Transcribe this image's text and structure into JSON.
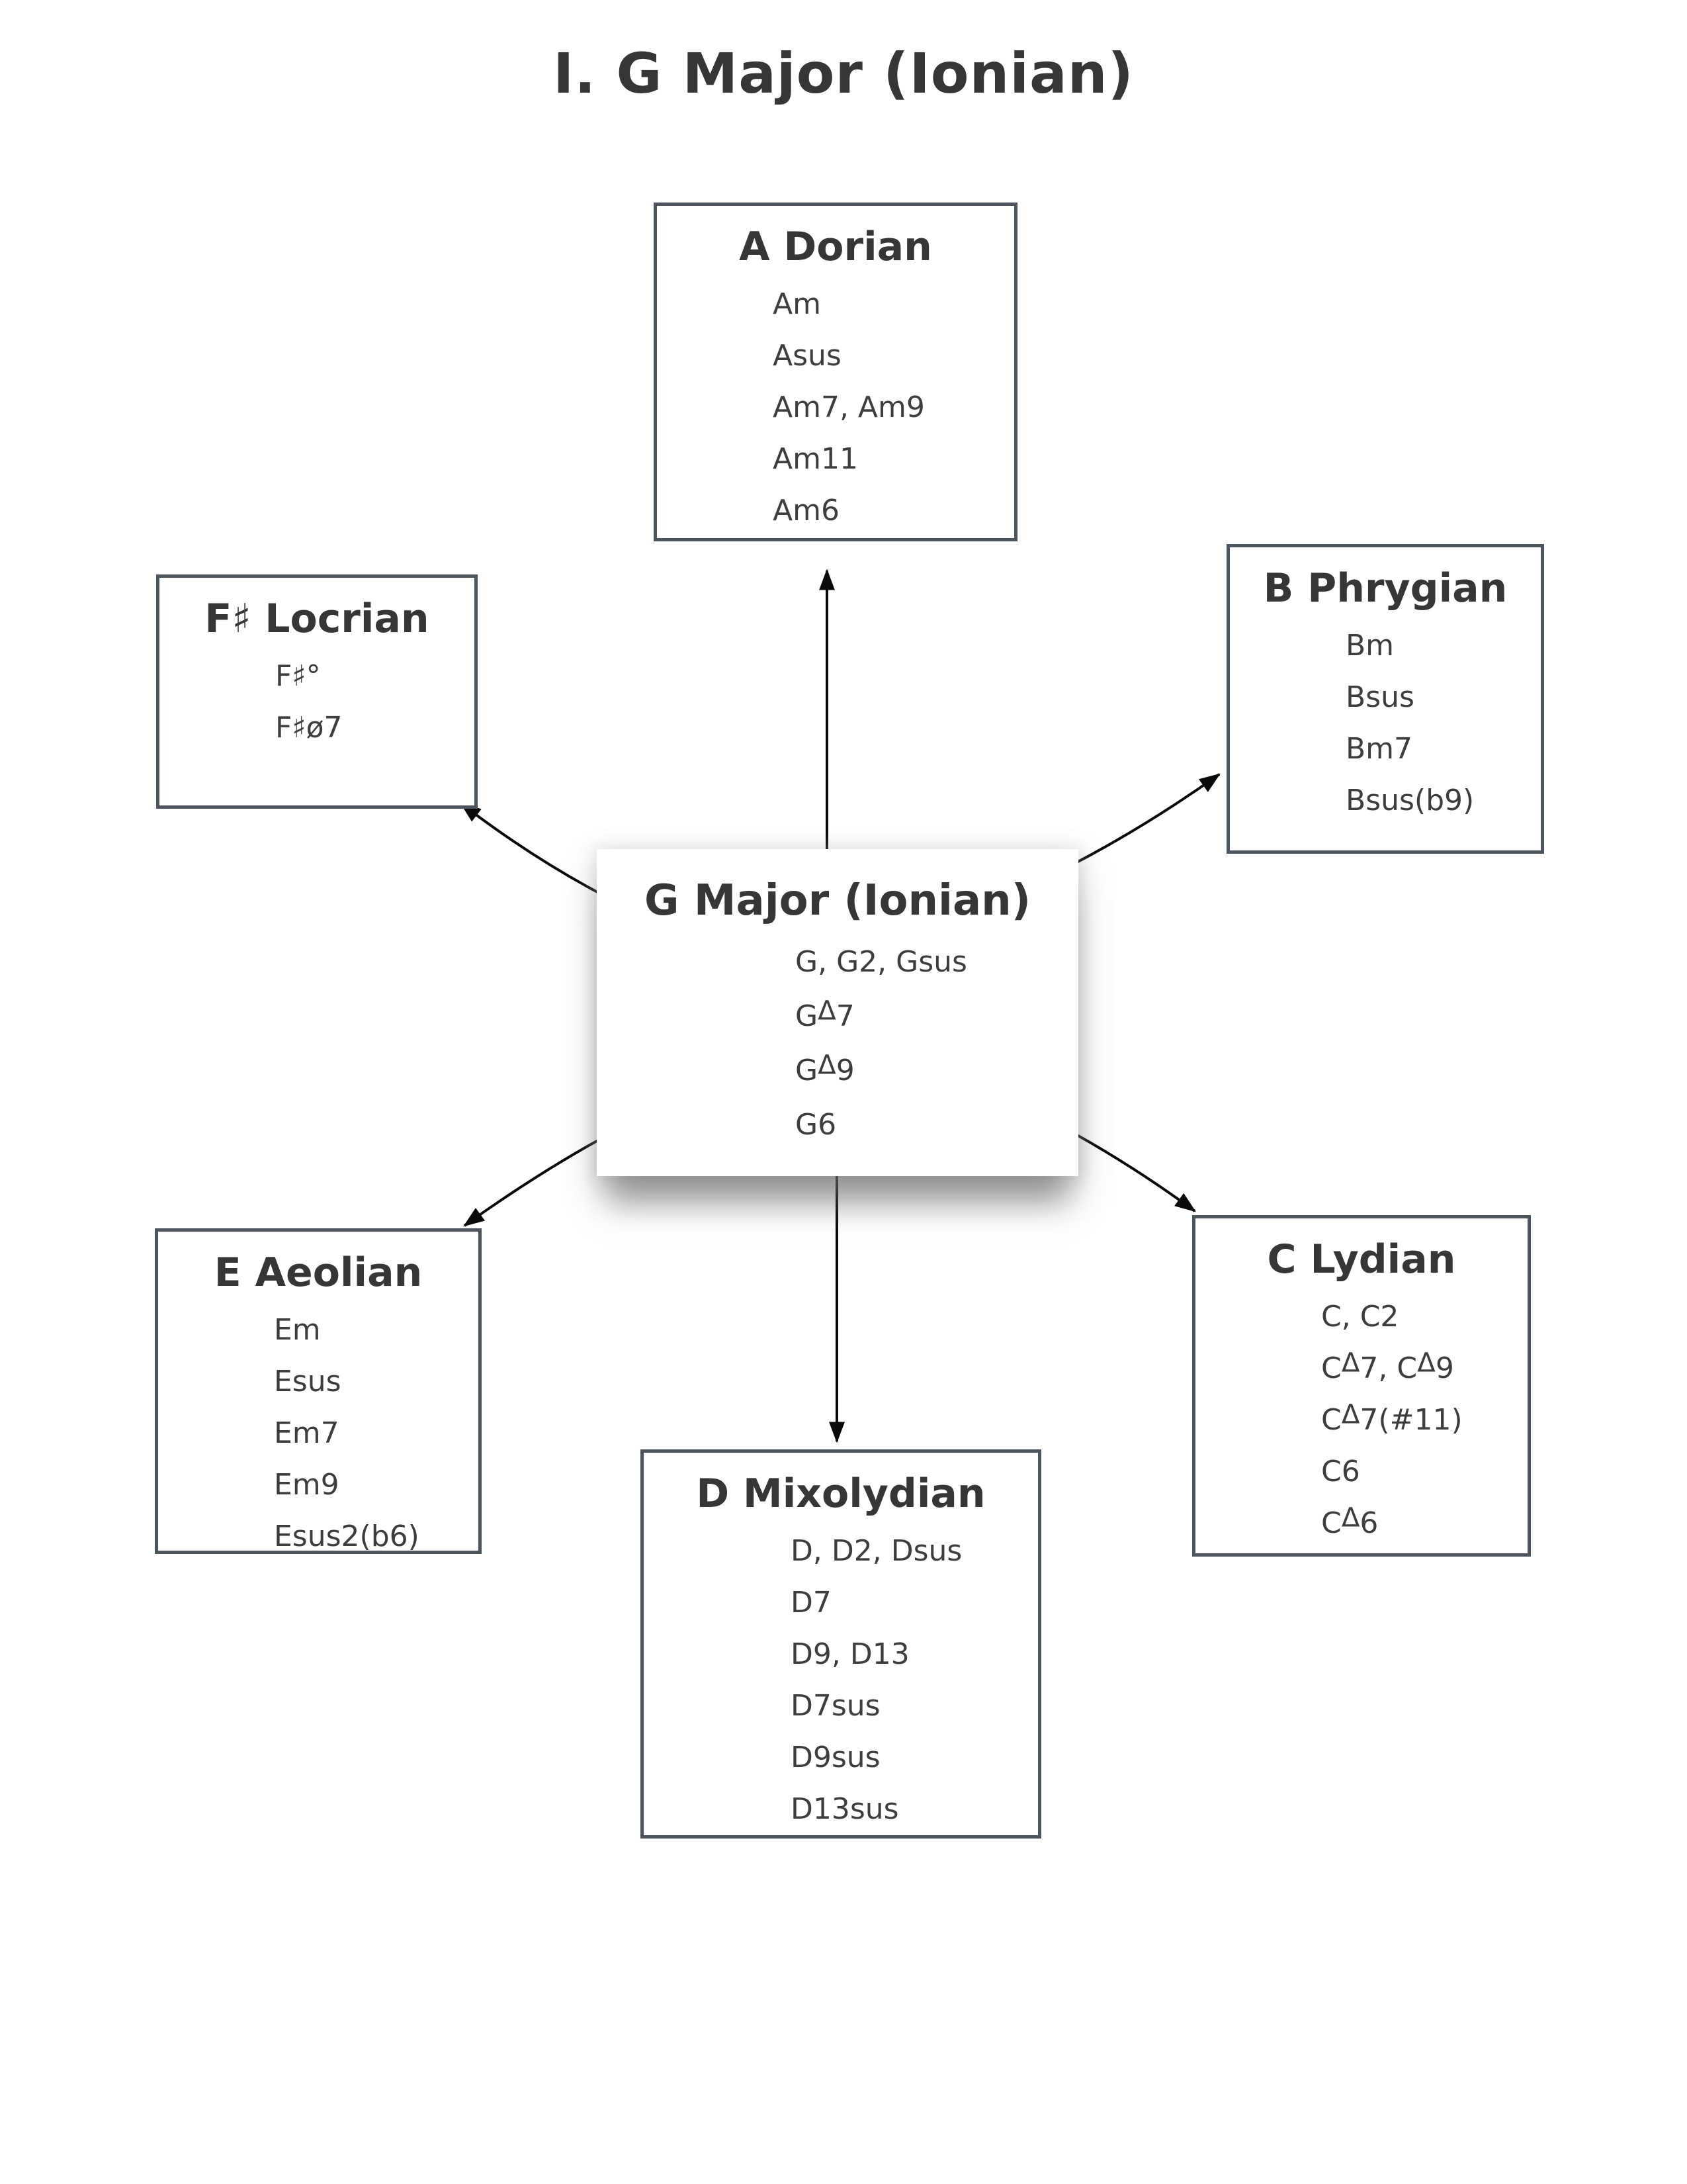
{
  "page": {
    "title": "I. G Major (Ionian)"
  },
  "diagram": {
    "center_id": "g-major-ionian",
    "boxes": [
      {
        "id": "a-dorian",
        "title": "A Dorian",
        "items": [
          "Am",
          "Asus",
          "Am7, Am9",
          "Am11",
          "Am6"
        ]
      },
      {
        "id": "f-sharp-locrian",
        "title": "F♯ Locrian",
        "items": [
          "F♯°",
          "F♯ø7"
        ]
      },
      {
        "id": "b-phrygian",
        "title": "B Phrygian",
        "items": [
          "Bm",
          "Bsus",
          "Bm7",
          "Bsus(b9)"
        ]
      },
      {
        "id": "g-major-ionian",
        "title": "G Major (Ionian)",
        "items": [
          "G, G2, Gsus",
          "GΔ7",
          "GΔ9",
          "G6"
        ]
      },
      {
        "id": "e-aeolian",
        "title": "E Aeolian",
        "items": [
          "Em",
          "Esus",
          "Em7",
          "Em9",
          "Esus2(b6)"
        ]
      },
      {
        "id": "c-lydian",
        "title": "C Lydian",
        "items": [
          "C, C2",
          "CΔ7, CΔ9",
          "CΔ7(#11)",
          "C6",
          "CΔ6"
        ]
      },
      {
        "id": "d-mixolydian",
        "title": "D Mixolydian",
        "items": [
          "D, D2, Dsus",
          "D7",
          "D9, D13",
          "D7sus",
          "D9sus",
          "D13sus"
        ]
      }
    ],
    "edges": [
      {
        "from": "g-major-ionian",
        "to": "a-dorian"
      },
      {
        "from": "g-major-ionian",
        "to": "f-sharp-locrian"
      },
      {
        "from": "g-major-ionian",
        "to": "b-phrygian"
      },
      {
        "from": "g-major-ionian",
        "to": "e-aeolian"
      },
      {
        "from": "g-major-ionian",
        "to": "c-lydian"
      },
      {
        "from": "g-major-ionian",
        "to": "d-mixolydian"
      }
    ]
  },
  "colors": {
    "box_border": "#4e545e",
    "text": "#3a3a3a",
    "arrow": "#0a0a0a",
    "background": "#ffffff"
  }
}
